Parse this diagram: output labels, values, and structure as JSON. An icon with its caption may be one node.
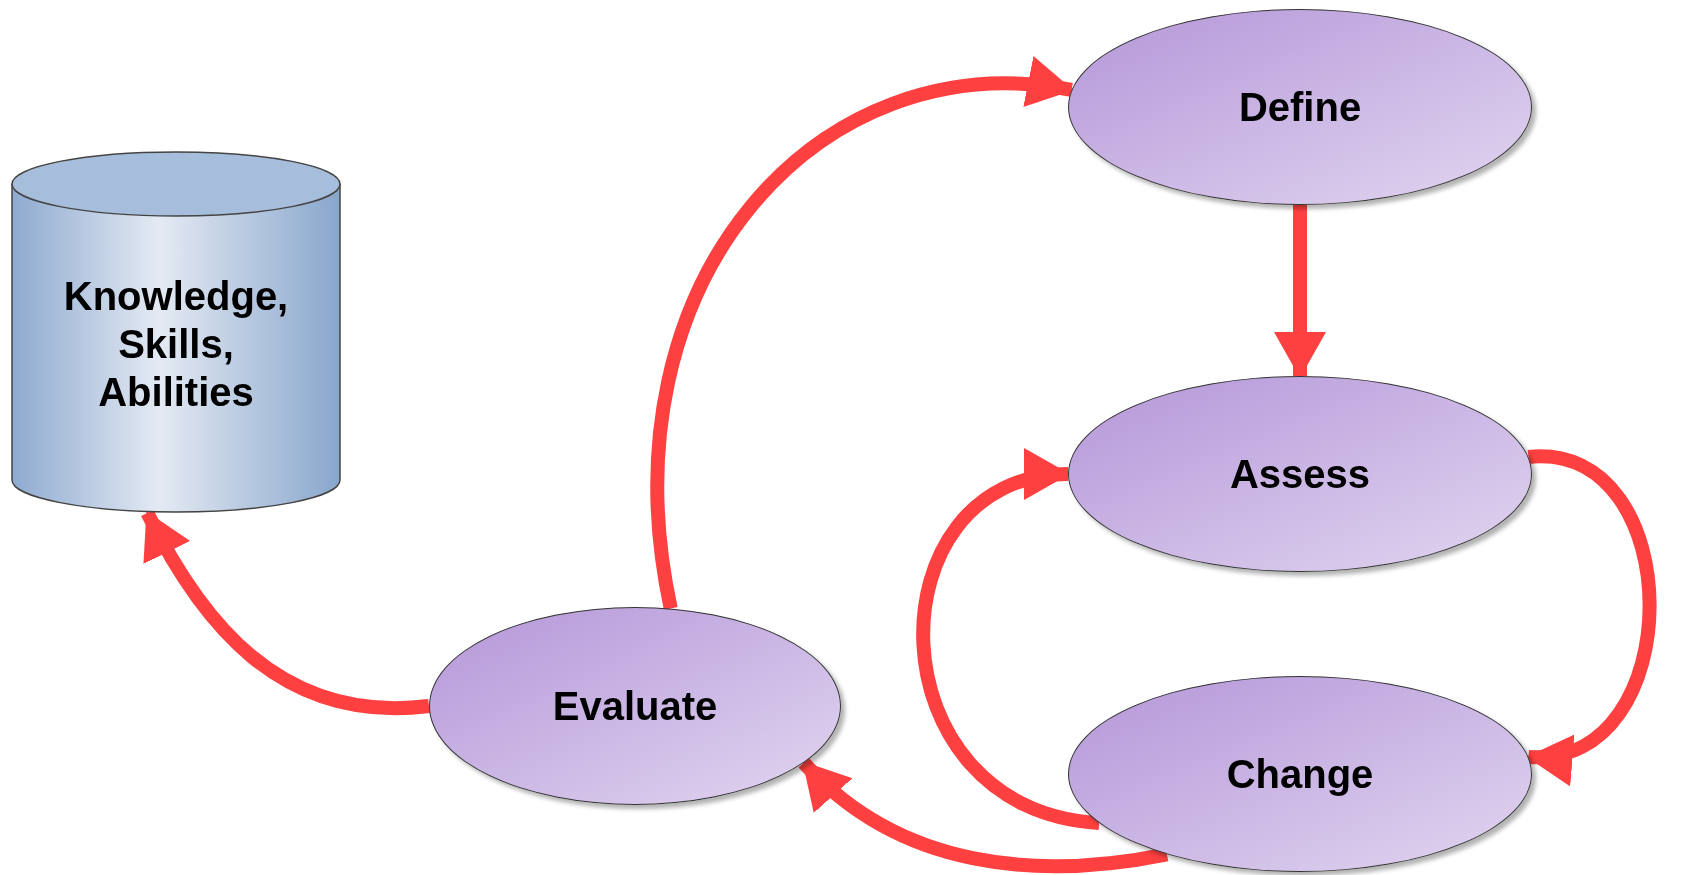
{
  "diagram": {
    "nodes": [
      {
        "text": [
          "Knowledge, Skills, Abilities"
        ]
      },
      {
        "text": [
          "Define"
        ]
      },
      {
        "text": [
          "Assess"
        ]
      },
      {
        "text": [
          "Change"
        ]
      },
      {
        "text": [
          "Evaluate"
        ]
      }
    ],
    "edges": [
      {
        "from": 4,
        "to": 1,
        "arrow": "to"
      },
      {
        "from": 1,
        "to": 2,
        "arrow": "to"
      },
      {
        "from": 2,
        "to": 3,
        "arrow": "to"
      },
      {
        "from": 3,
        "to": 2,
        "arrow": "to"
      },
      {
        "from": 3,
        "to": 4,
        "arrow": "to"
      },
      {
        "from": 4,
        "to": 0,
        "arrow": "to"
      }
    ]
  }
}
